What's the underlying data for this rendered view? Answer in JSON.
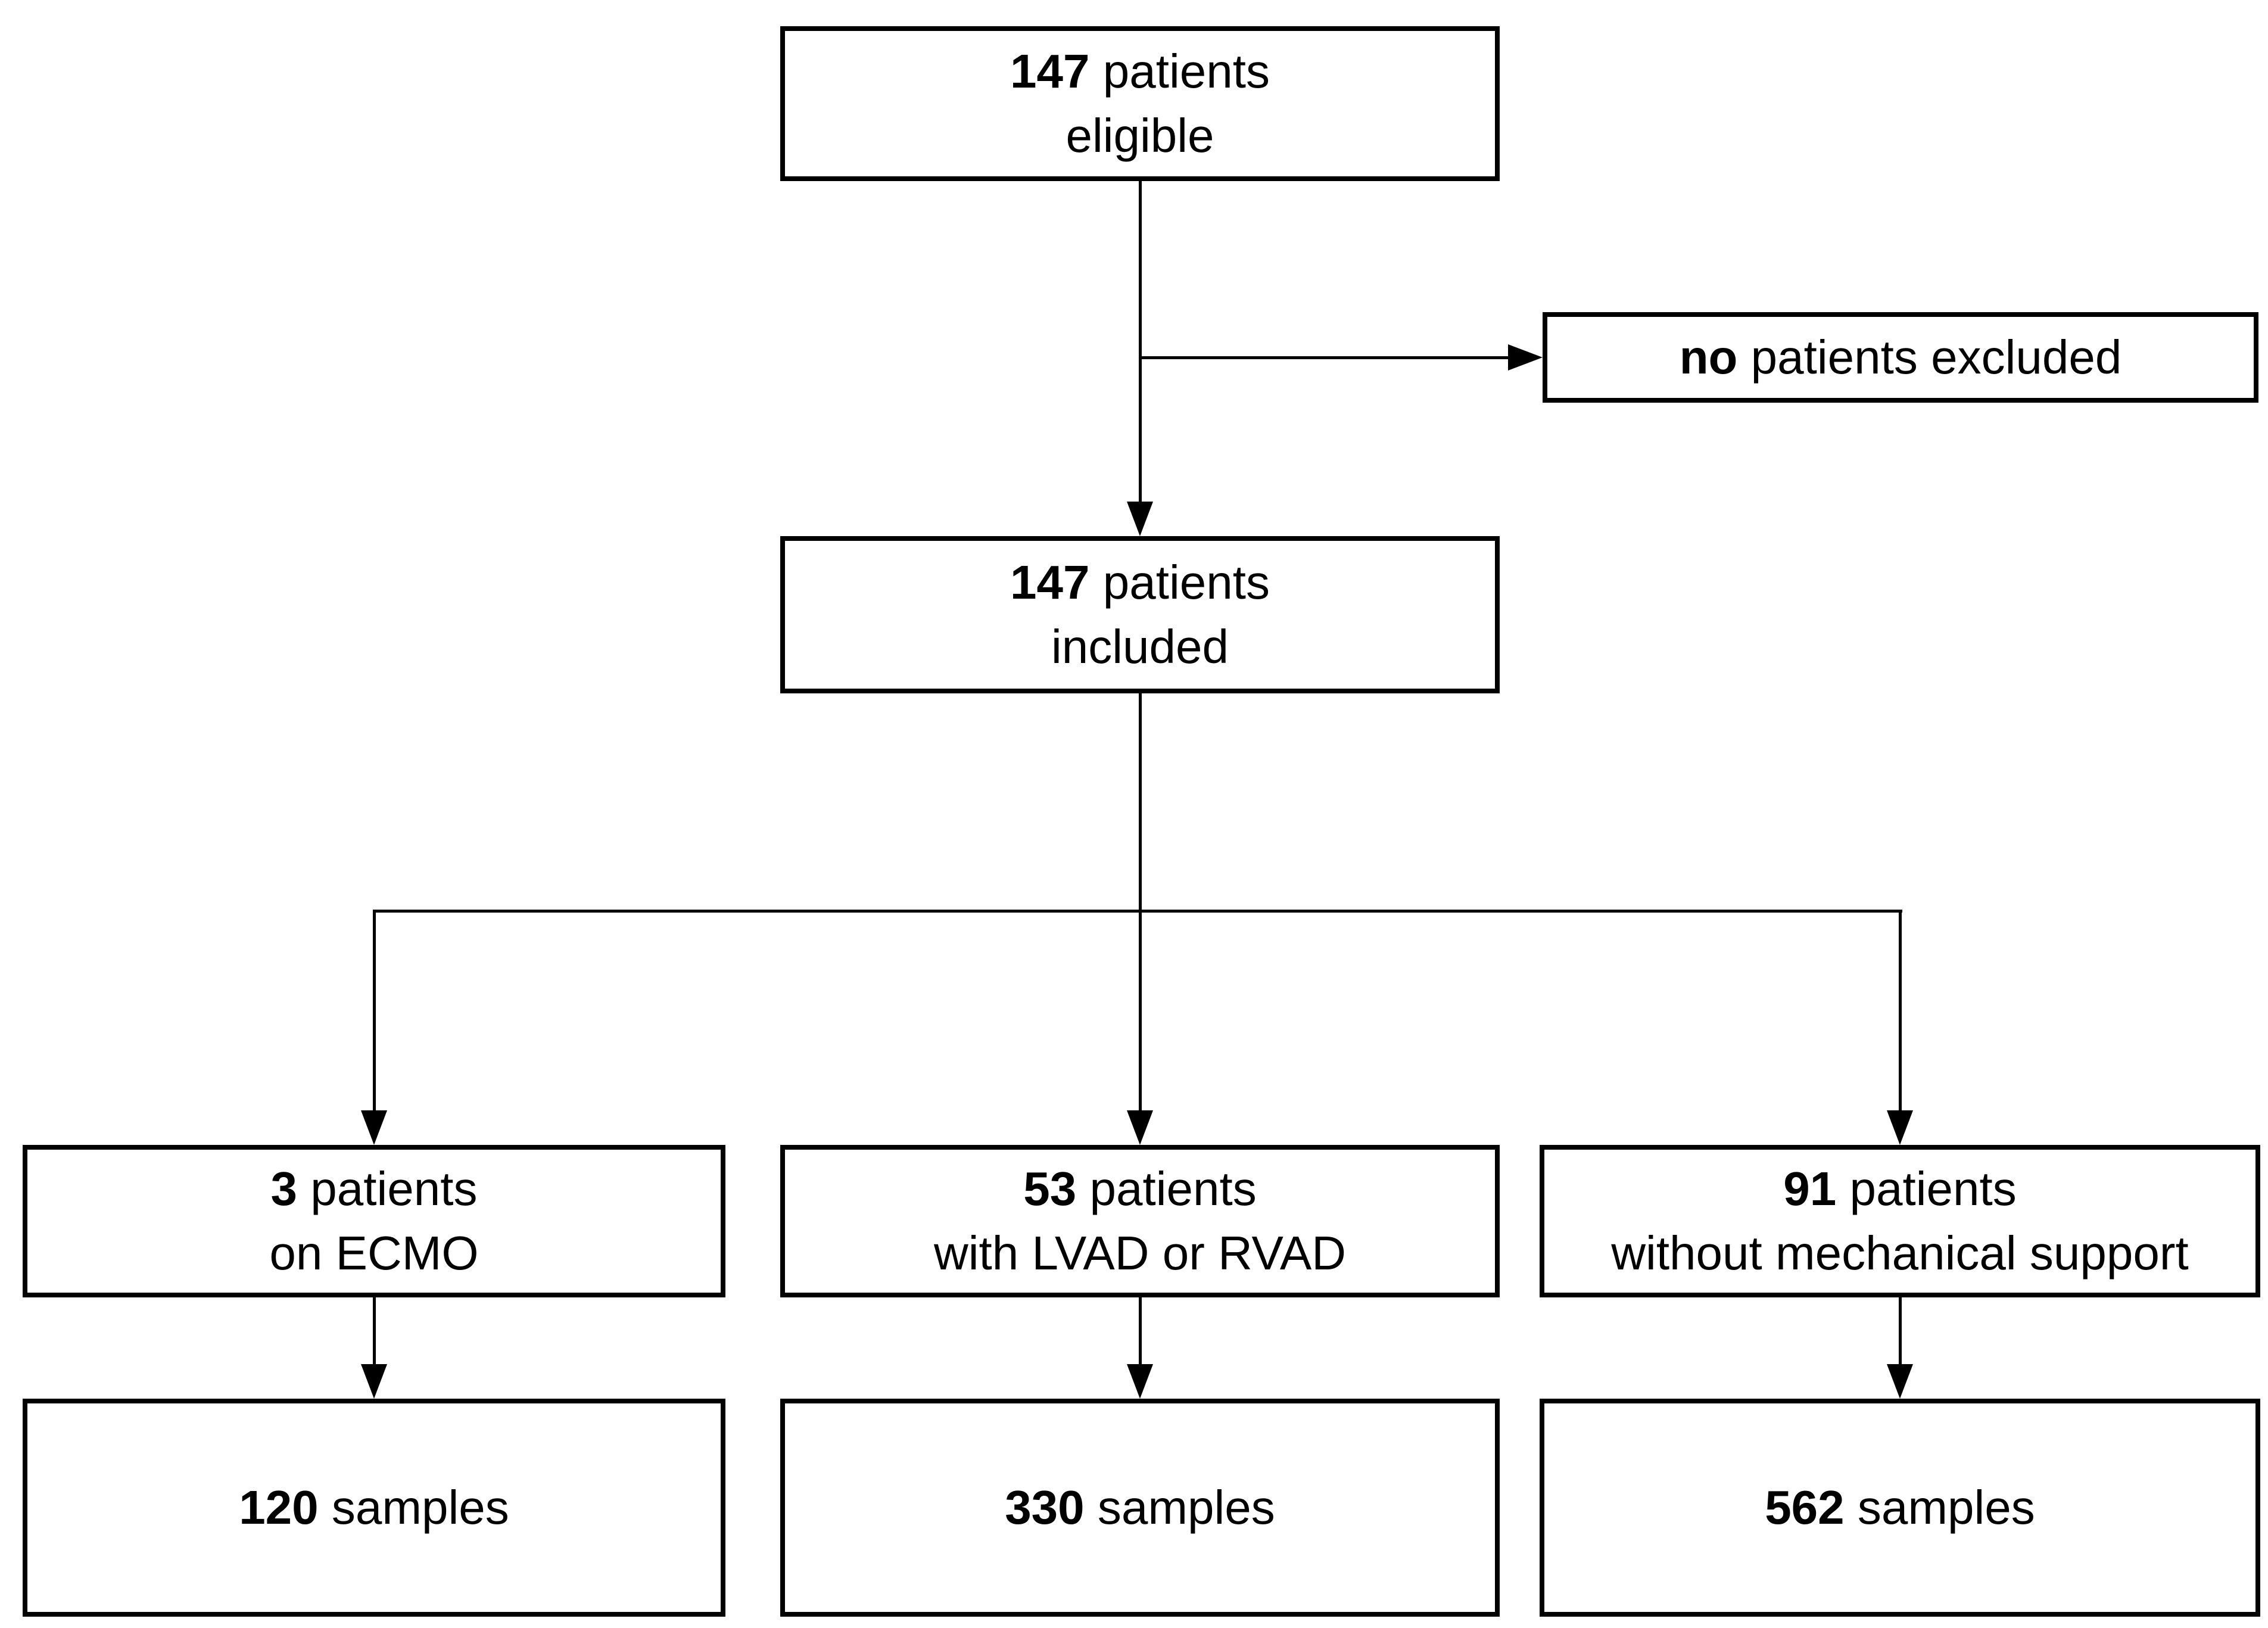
{
  "colors": {
    "background": "#ffffff",
    "box_fill": "#ffffff",
    "box_border": "#000000",
    "line": "#000000",
    "text": "#000000"
  },
  "boxes": {
    "eligible": {
      "count": "147",
      "rest": " patients",
      "line2": "eligible"
    },
    "excluded": {
      "count": "no",
      "rest": " patients excluded"
    },
    "included": {
      "count": "147",
      "rest": " patients",
      "line2": "included"
    },
    "ecmo": {
      "count": "3",
      "rest": " patients",
      "line2": "on ECMO"
    },
    "vad": {
      "count": "53",
      "rest": " patients",
      "line2": "with LVAD or RVAD"
    },
    "no_support": {
      "count": "91",
      "rest": " patients",
      "line2": "without mechanical support"
    },
    "ecmo_samples": {
      "count": "120",
      "rest": " samples"
    },
    "vad_samples": {
      "count": "330",
      "rest": " samples"
    },
    "no_support_samples": {
      "count": "562",
      "rest": " samples"
    }
  },
  "edges": [
    {
      "from": "eligible",
      "to": "included",
      "type": "arrow-down"
    },
    {
      "from": "eligible-included-connector",
      "to": "excluded",
      "type": "arrow-right"
    },
    {
      "from": "included",
      "to": "ecmo",
      "type": "arrow-down"
    },
    {
      "from": "included",
      "to": "vad",
      "type": "arrow-down"
    },
    {
      "from": "included",
      "to": "no_support",
      "type": "arrow-down"
    },
    {
      "from": "ecmo",
      "to": "ecmo_samples",
      "type": "arrow-down"
    },
    {
      "from": "vad",
      "to": "vad_samples",
      "type": "arrow-down"
    },
    {
      "from": "no_support",
      "to": "no_support_samples",
      "type": "arrow-down"
    }
  ]
}
